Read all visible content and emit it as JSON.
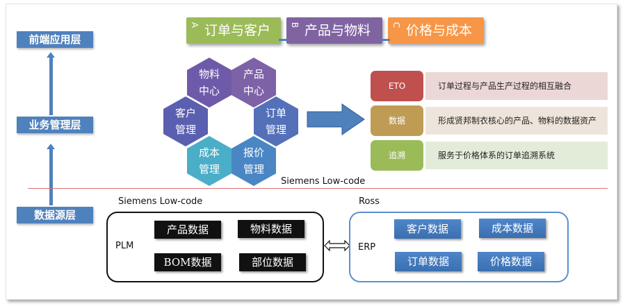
{
  "layers": [
    {
      "label": "前端应用层"
    },
    {
      "label": "业务管理层"
    },
    {
      "label": "数据源层"
    }
  ],
  "steps": [
    {
      "letter": "A",
      "label": "订单与客户",
      "color": "#9bbb59"
    },
    {
      "letter": "B",
      "label": "产品与物料",
      "color": "#8064a2"
    },
    {
      "letter": "C",
      "label": "价格与成本",
      "color": "#f79646"
    }
  ],
  "hexagons": [
    {
      "line1": "物料",
      "line2": "中心",
      "color": "#6f5aa9"
    },
    {
      "line1": "产品",
      "line2": "中心",
      "color": "#7e62a8"
    },
    {
      "line1": "客户",
      "line2": "管理",
      "color": "#5b5fb0"
    },
    {
      "line1": "订单",
      "line2": "管理",
      "color": "#5470b8"
    },
    {
      "line1": "成本",
      "line2": "管理",
      "color": "#4aaec8"
    },
    {
      "line1": "报价",
      "line2": "管理",
      "color": "#4a86c4"
    }
  ],
  "features": [
    {
      "badge": "ETO",
      "text": "订单过程与产品生产过程的相互融合",
      "badge_color": "#c0504d",
      "bar_color": "#ecd7d7"
    },
    {
      "badge": "数据",
      "text": "形成贤邦制衣核心的产品、物料的数据资产",
      "badge_color": "#bf9b54",
      "bar_color": "#ede5db"
    },
    {
      "badge": "追溯",
      "text": "服务于价格体系的订单追溯系统",
      "badge_color": "#9bbb59",
      "bar_color": "#e3ecd9"
    }
  ],
  "business_platform_caption": "Siemens Low-code",
  "plm": {
    "caption": "Siemens Low-code",
    "name": "PLM",
    "items": [
      "产品数据",
      "物料数据",
      "BOM数据",
      "部位数据"
    ]
  },
  "erp": {
    "caption": "Ross",
    "name": "ERP",
    "items": [
      "客户数据",
      "成本数据",
      "订单数据",
      "价格数据"
    ]
  }
}
